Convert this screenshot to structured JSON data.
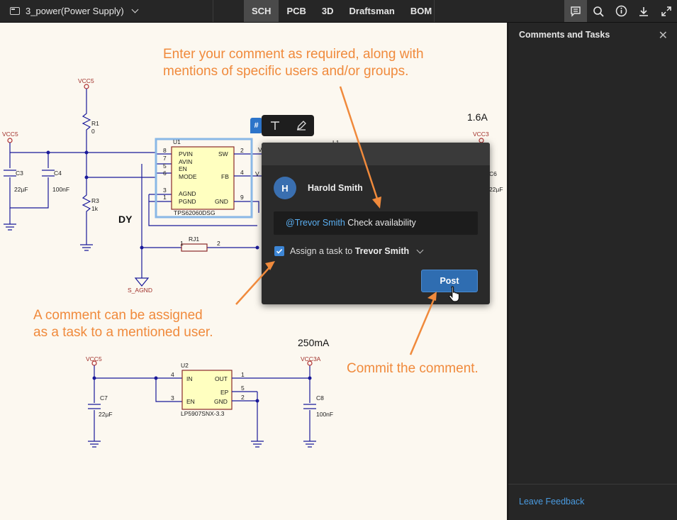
{
  "app": {
    "document_title": "3_power(Power Supply)",
    "view_tabs": [
      {
        "label": "SCH",
        "active": true
      },
      {
        "label": "PCB",
        "active": false
      },
      {
        "label": "3D",
        "active": false
      },
      {
        "label": "Draftsman",
        "active": false
      },
      {
        "label": "BOM",
        "active": false
      }
    ],
    "toolbar_icons": [
      "comment-icon",
      "search-icon",
      "info-icon",
      "download-icon",
      "expand-icon"
    ]
  },
  "panel": {
    "title": "Comments and Tasks",
    "footer_link": "Leave Feedback"
  },
  "comment_dialog": {
    "author_initial": "H",
    "author_name": "Harold Smith",
    "mention": "@Trevor Smith",
    "comment_text": " Check availability",
    "assign_prefix": "Assign a task to ",
    "assign_user": "Trevor Smith",
    "assign_checked": true,
    "post_label": "Post",
    "pin_label": "#"
  },
  "annotations": {
    "enter_comment": "Enter your comment as required, along with\nmentions of specific users and/or groups.",
    "assign_task": "A comment can be assigned\nas a task to a mentioned user.",
    "commit": "Commit the comment."
  },
  "schematic": {
    "net_labels": {
      "vcc5_a": "VCC5",
      "vcc5_b": "VCC5",
      "vcc5_c": "VCC5",
      "vcc3": "VCC3",
      "vcc3a": "VCC3A",
      "s_agnd": "S_AGND"
    },
    "current_labels": {
      "top": "1.6A",
      "bottom": "250mA"
    },
    "dy_label": "DY",
    "u1": {
      "ref": "U1",
      "part": "TPS62060DSG",
      "pins_left": [
        "PVIN",
        "AVIN",
        "EN",
        "MODE",
        "AGND",
        "PGND"
      ],
      "pins_right": [
        "SW",
        "FB",
        "GND"
      ],
      "numbers_left": [
        "8",
        "7",
        "5",
        "6",
        "3",
        "1"
      ],
      "numbers_right": [
        "2",
        "4",
        "9"
      ]
    },
    "u2": {
      "ref": "U2",
      "part": "LP5907SNX-3.3",
      "pins_left": [
        "IN",
        "EN"
      ],
      "pins_right": [
        "OUT",
        "EP",
        "GND"
      ],
      "numbers_left": [
        "4",
        "3"
      ],
      "numbers_right": [
        "1",
        "5",
        "2"
      ]
    },
    "r1": {
      "ref": "R1",
      "value": "0"
    },
    "r3": {
      "ref": "R3",
      "value": "1k"
    },
    "rj1": {
      "ref": "RJ1"
    },
    "c3": {
      "ref": "C3",
      "value": "22µF"
    },
    "c4": {
      "ref": "C4",
      "value": "100nF"
    },
    "c7": {
      "ref": "C7",
      "value": "22µF"
    },
    "c8": {
      "ref": "C8",
      "value": "100nF"
    },
    "partial": {
      "l1": "L1",
      "c6": "C6",
      "c6_value": "22µF",
      "v1": "V",
      "v2": "V",
      "h": "2"
    },
    "pin_digits": {
      "one": "1",
      "two": "2"
    }
  }
}
